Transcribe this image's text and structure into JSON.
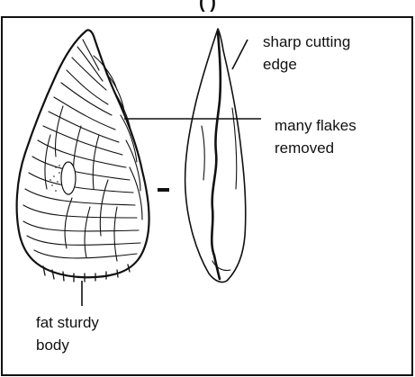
{
  "title": "(         )",
  "labels": {
    "sharp_line1": "sharp cutting",
    "sharp_line2": "edge",
    "flakes_line1": "many flakes",
    "flakes_line2": "removed",
    "body_line1": "fat sturdy",
    "body_line2": "body"
  },
  "colors": {
    "ink": "#111111",
    "background": "#ffffff"
  }
}
